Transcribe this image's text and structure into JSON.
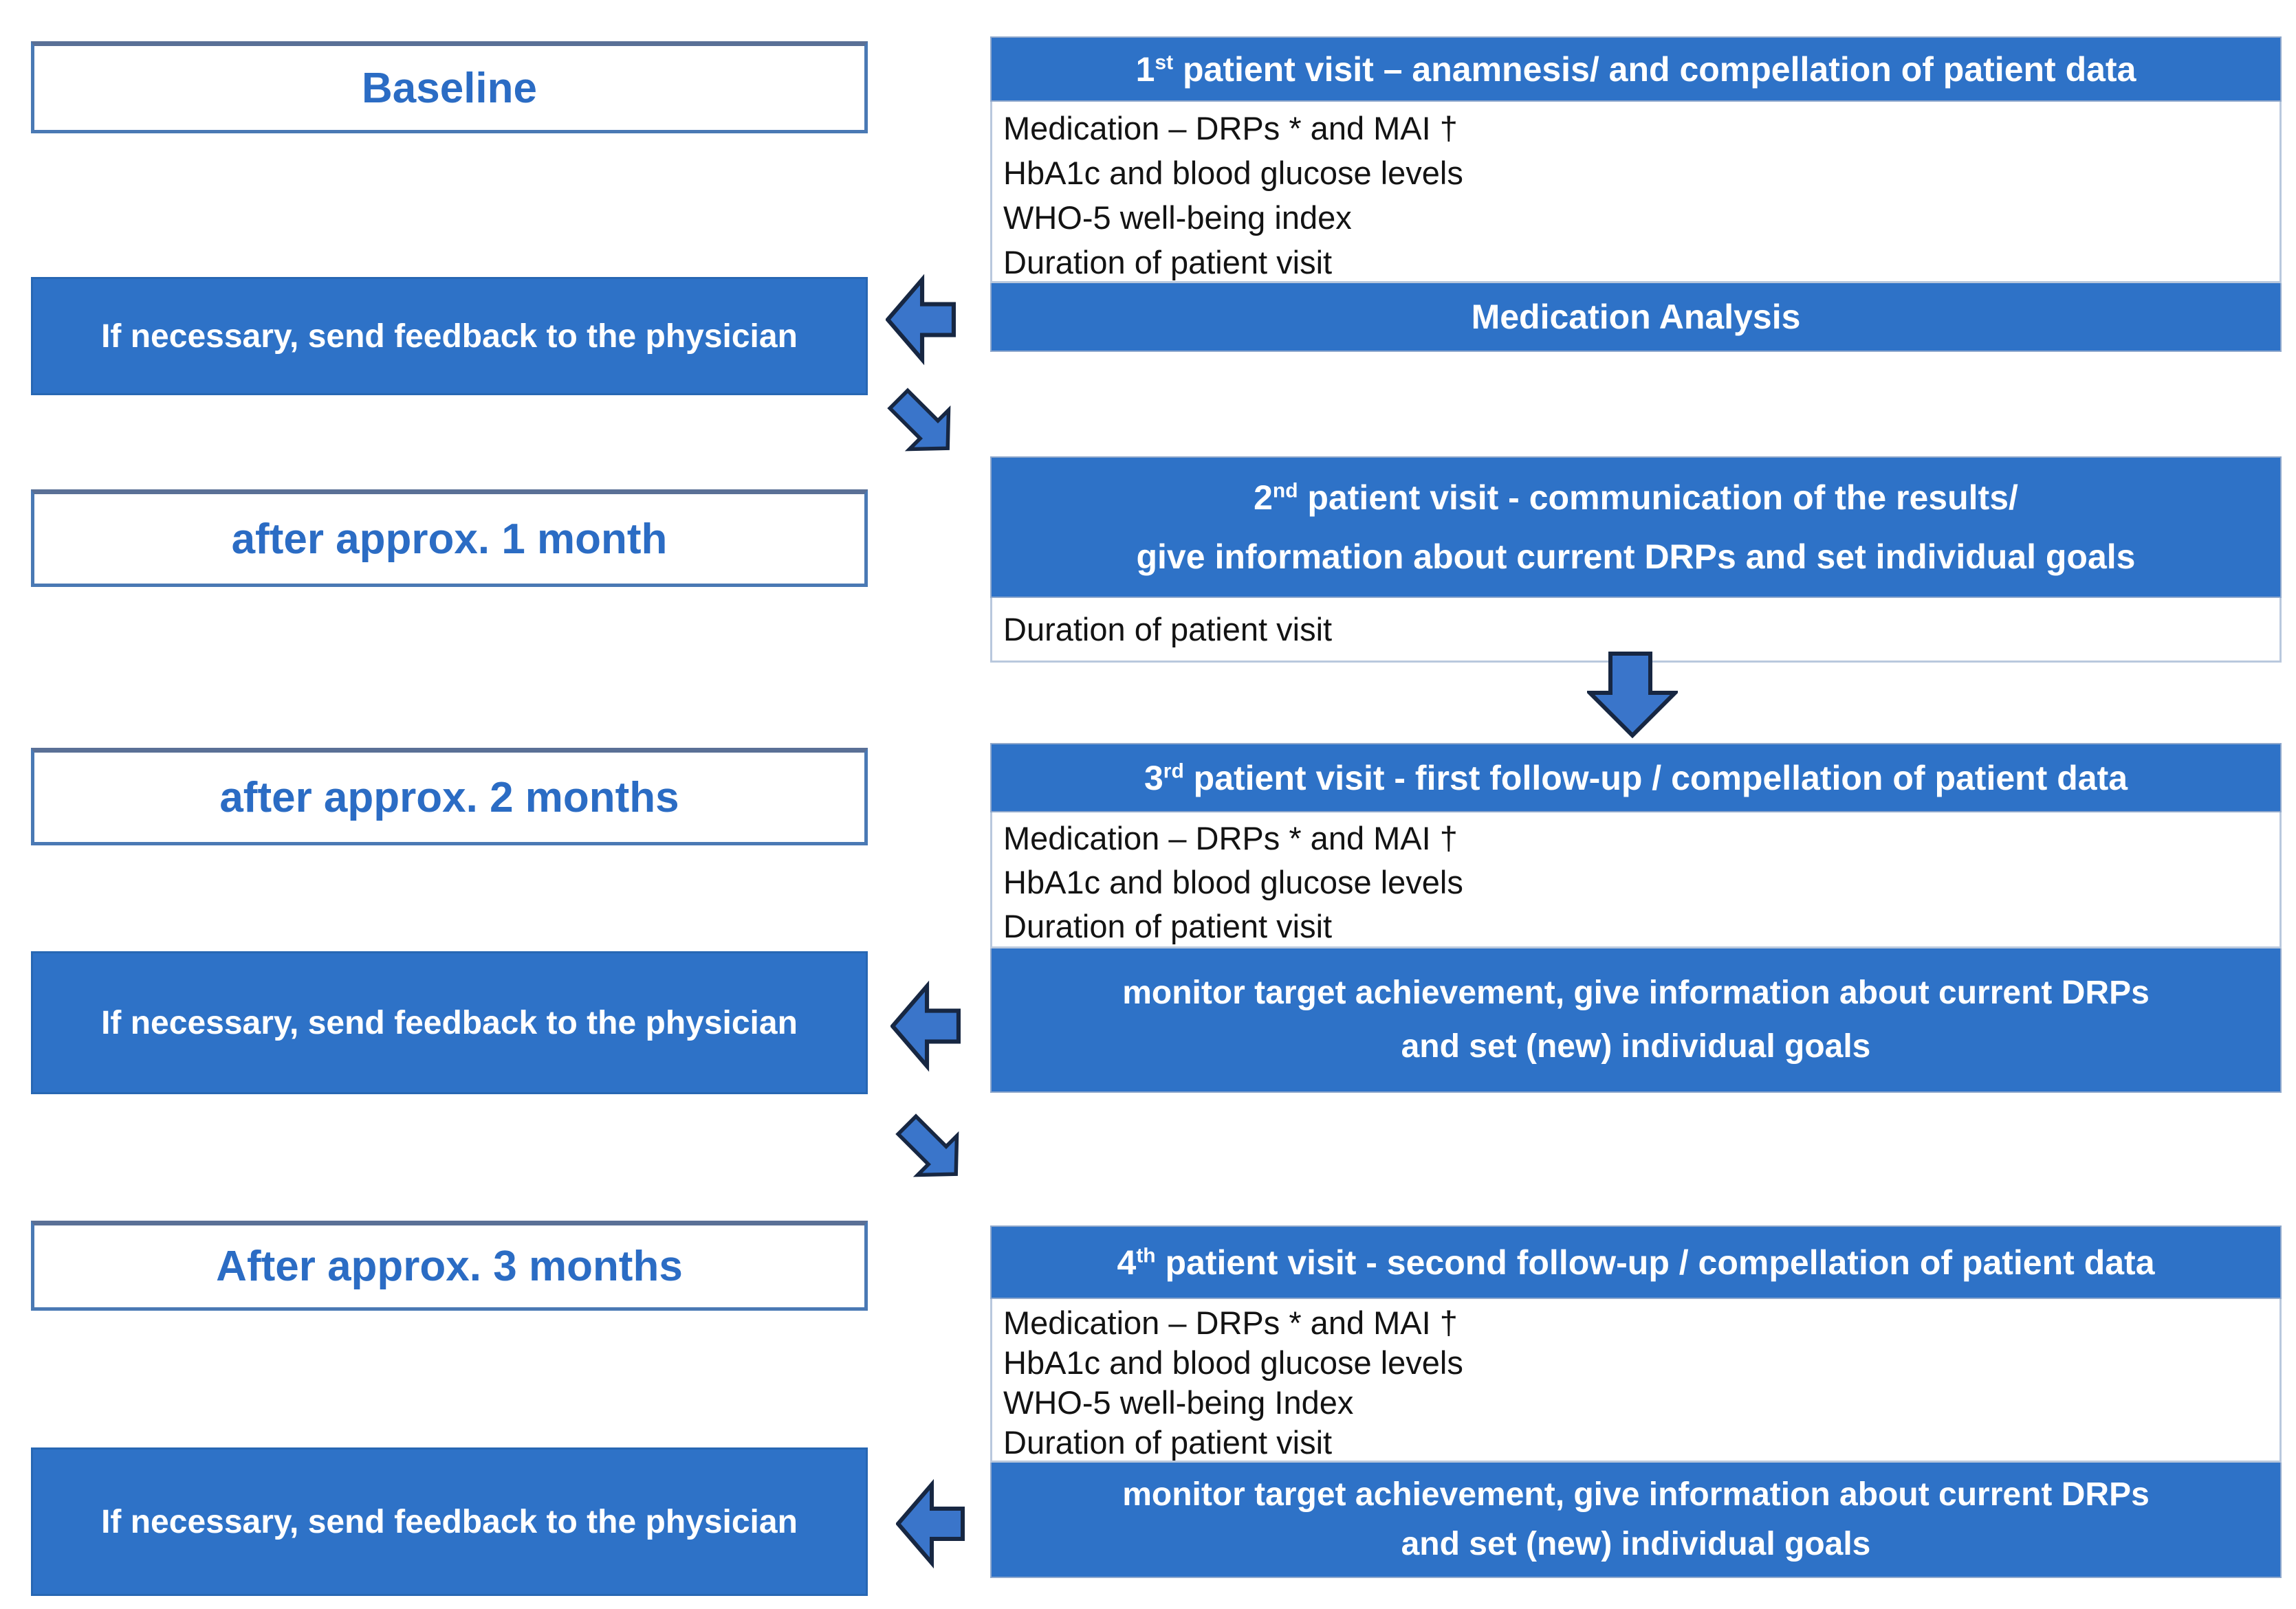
{
  "palette": {
    "blue_fill": "#2e72c7",
    "arrow_fill": "#3a75ca",
    "arrow_outline": "#172742",
    "box_border_blue": "#4a79b4",
    "light_border": "#b9c8dd",
    "blue_text": "#2b6cc4",
    "black_text": "#131313"
  },
  "timeline": [
    {
      "label": "Baseline"
    },
    {
      "label": "after approx. 1 month"
    },
    {
      "label": "after approx. 2 months"
    },
    {
      "label": "After approx. 3 months"
    }
  ],
  "feedback_label": "If necessary, send feedback to the physician",
  "visits": [
    {
      "header": {
        "ordinal": "1",
        "suffix": "st",
        "rest": " patient visit – anamnesis/ and compellation of patient data"
      },
      "items": [
        "Medication – DRPs * and MAI †",
        "HbA1c and blood glucose levels",
        "WHO-5 well-being index",
        "Duration of patient visit"
      ],
      "footer": "Medication Analysis"
    },
    {
      "header": {
        "ordinal": "2",
        "suffix": "nd",
        "rest": " patient visit - communication of the results/\ngive information about current DRPs and set individual goals"
      },
      "items": [
        "Duration of patient visit"
      ]
    },
    {
      "header": {
        "ordinal": "3",
        "suffix": "rd",
        "rest": " patient visit - first follow-up / compellation of patient data"
      },
      "items": [
        "Medication – DRPs * and MAI †",
        "HbA1c and blood glucose levels",
        "Duration of patient visit"
      ],
      "footer": "monitor target achievement, give information about current DRPs\nand set (new) individual goals"
    },
    {
      "header": {
        "ordinal": "4",
        "suffix": "th",
        "rest": " patient visit - second follow-up / compellation of patient data"
      },
      "items": [
        "Medication – DRPs * and MAI †",
        "HbA1c and blood glucose levels",
        "WHO-5 well-being Index",
        "Duration of patient visit"
      ],
      "footer": "monitor target achievement, give information about current DRPs\nand set (new) individual goals"
    }
  ]
}
